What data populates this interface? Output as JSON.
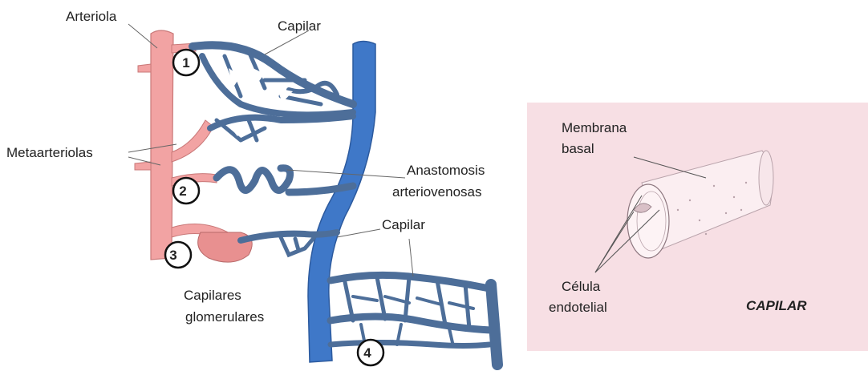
{
  "labels": {
    "arteriola": "Arteriola",
    "capilar_top": "Capilar",
    "metaarteriolas": "Metaarteriolas",
    "anastomosis_line1": "Anastomosis",
    "anastomosis_line2": "arteriovenosas",
    "capilar_mid": "Capilar",
    "capilares_line1": "Capilares",
    "capilares_line2": "glomerulares",
    "membrana_line1": "Membrana",
    "membrana_line2": "basal",
    "celula_line1": "Célula",
    "celula_line2": "endotelial",
    "capilar_title": "CAPILAR"
  },
  "markers": [
    "1",
    "2",
    "3",
    "4"
  ],
  "colors": {
    "artery": "#f2a3a3",
    "artery_outline": "#c97878",
    "vein": "#3f78c8",
    "vein_outline": "#2c5a9e",
    "capillary": "#4d6e99",
    "panel_bg": "#f7dfe4"
  }
}
